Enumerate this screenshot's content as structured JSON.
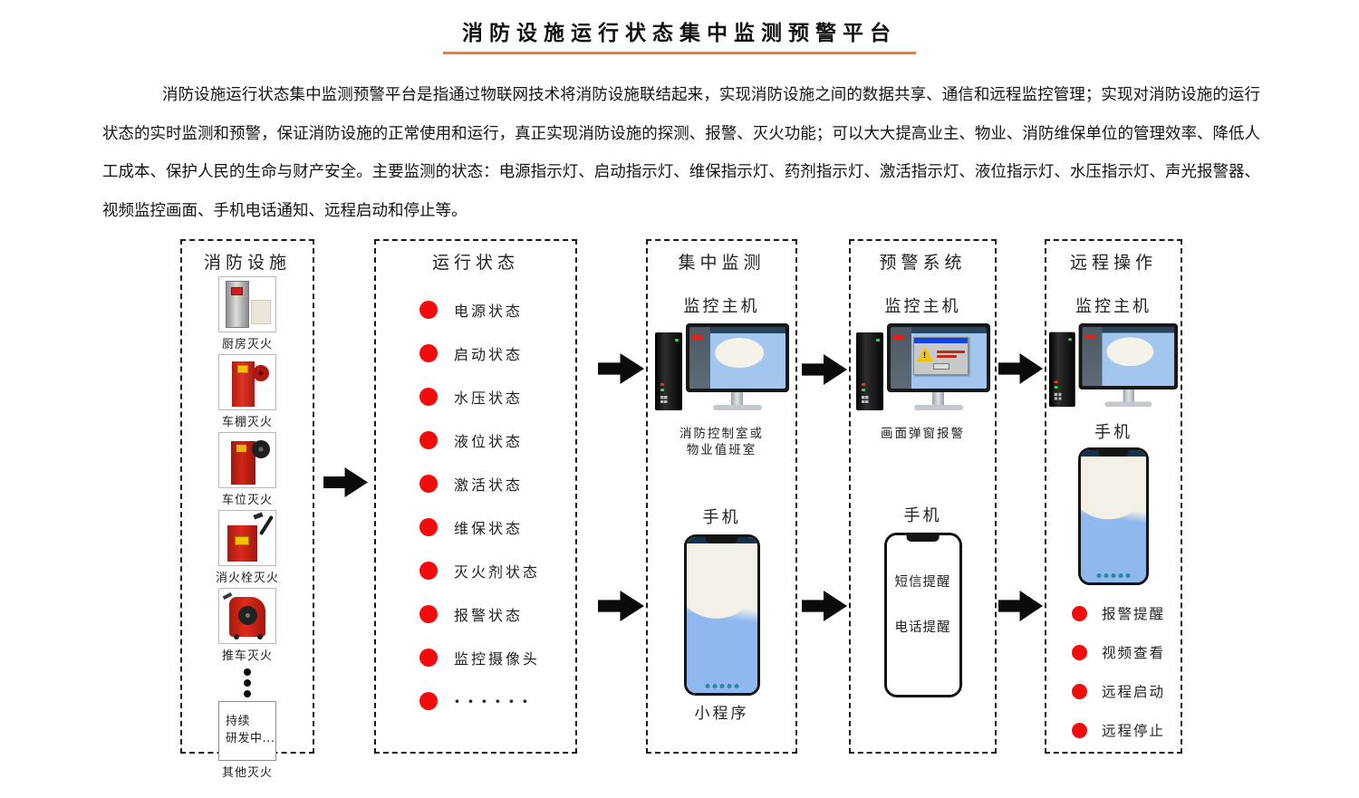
{
  "header": {
    "title": "消防设施运行状态集中监测预警平台",
    "underline_color": "#ED7D31",
    "description": "消防设施运行状态集中监测预警平台是指通过物联网技术将消防设施联结起来，实现消防设施之间的数据共享、通信和远程监控管理；实现对消防设施的运行状态的实时监测和预警，保证消防设施的正常使用和运行，真正实现消防设施的探测、报警、灭火功能；可以大大提高业主、物业、消防维保单位的管理效率、降低人工成本、保护人民的生命与财产安全。主要监测的状态：电源指示灯、启动指示灯、维保指示灯、药剂指示灯、激活指示灯、液位指示灯、水压指示灯、声光报警器、视频监控画面、手机电话通知、远程启动和停止等。"
  },
  "colors": {
    "accent_orange": "#ED7D31",
    "status_dot_red": "#F20C0C",
    "arrow_black": "#0B0B0B"
  },
  "diagram": {
    "facilities": {
      "title": "消防设施",
      "items": [
        {
          "label": "厨房灭火"
        },
        {
          "label": "车棚灭火"
        },
        {
          "label": "车位灭火"
        },
        {
          "label": "消火栓灭火"
        },
        {
          "label": "推车灭火"
        },
        {
          "label": "其他灭火",
          "note_line1": "持续",
          "note_line2": "研发中..."
        }
      ]
    },
    "status": {
      "title": "运行状态",
      "items": [
        "电源状态",
        "启动状态",
        "水压状态",
        "液位状态",
        "激活状态",
        "维保状态",
        "灭火剂状态",
        "报警状态",
        "监控摄像头",
        "······"
      ]
    },
    "monitoring": {
      "title": "集中监测",
      "host_label": "监控主机",
      "host_caption_line1": "消防控制室或",
      "host_caption_line2": "物业值班室",
      "phone_label": "手机",
      "phone_caption": "小程序"
    },
    "warning": {
      "title": "预警系统",
      "host_label": "监控主机",
      "host_caption": "画面弹窗报警",
      "popup_glyph": "!",
      "phone_label": "手机",
      "phone_items": [
        "短信提醒",
        "电话提醒"
      ]
    },
    "remote": {
      "title": "远程操作",
      "host_label": "监控主机",
      "phone_label": "手机",
      "items": [
        "报警提醒",
        "视频查看",
        "远程启动",
        "远程停止"
      ]
    }
  }
}
